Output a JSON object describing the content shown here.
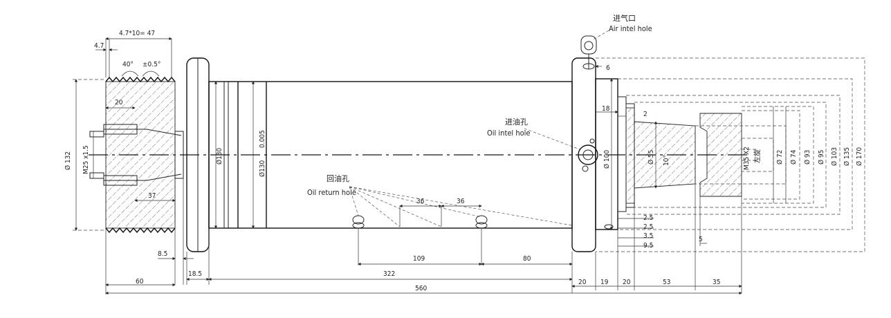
{
  "callouts": {
    "air_inlet_cn": "进气口",
    "air_inlet_en": "Air intel hole",
    "oil_inlet_cn": "进油孔",
    "oil_inlet_en": "Oil intel hole",
    "oil_return_cn": "回油孔",
    "oil_return_en": "Oil return hole"
  },
  "top_dims": {
    "pitch": "4.7*10= 47",
    "pitch_single": "4.7",
    "groove_angle": "40°",
    "angle_tol": "±0.5°",
    "bolt_depth": "20"
  },
  "left_dims": {
    "d132": "Ø 132",
    "m25": "M25 x1.5",
    "d37": "37",
    "d8_5": "8.5",
    "d60": "60",
    "d18_5": "18.5"
  },
  "body_dims": {
    "d130_a": "Ø130",
    "d130_b": "Ø130",
    "tol": "0.005",
    "d36_a": "36",
    "d36_b": "36",
    "d109": "109",
    "d80": "80",
    "d322": "322",
    "d560": "560"
  },
  "right_dims": {
    "d6": "6",
    "d18": "18",
    "d2": "2",
    "d100": "Ø 100",
    "d55": "Ø 55",
    "ang10": "10°",
    "m35": "M35 X2",
    "left_thread": "左旋",
    "d72": "Ø 72",
    "d74": "Ø 74",
    "d93": "Ø 93",
    "d95": "Ø 95",
    "d103": "Ø 103",
    "d135": "Ø 135",
    "d170": "Ø 170",
    "s2_5a": "2.5",
    "s2_5b": "2.5",
    "s3_5": "3.5",
    "s9_5": "9.5",
    "s5": "5",
    "b20a": "20",
    "b19": "19",
    "b20b": "20",
    "b53": "53",
    "b35": "35"
  }
}
